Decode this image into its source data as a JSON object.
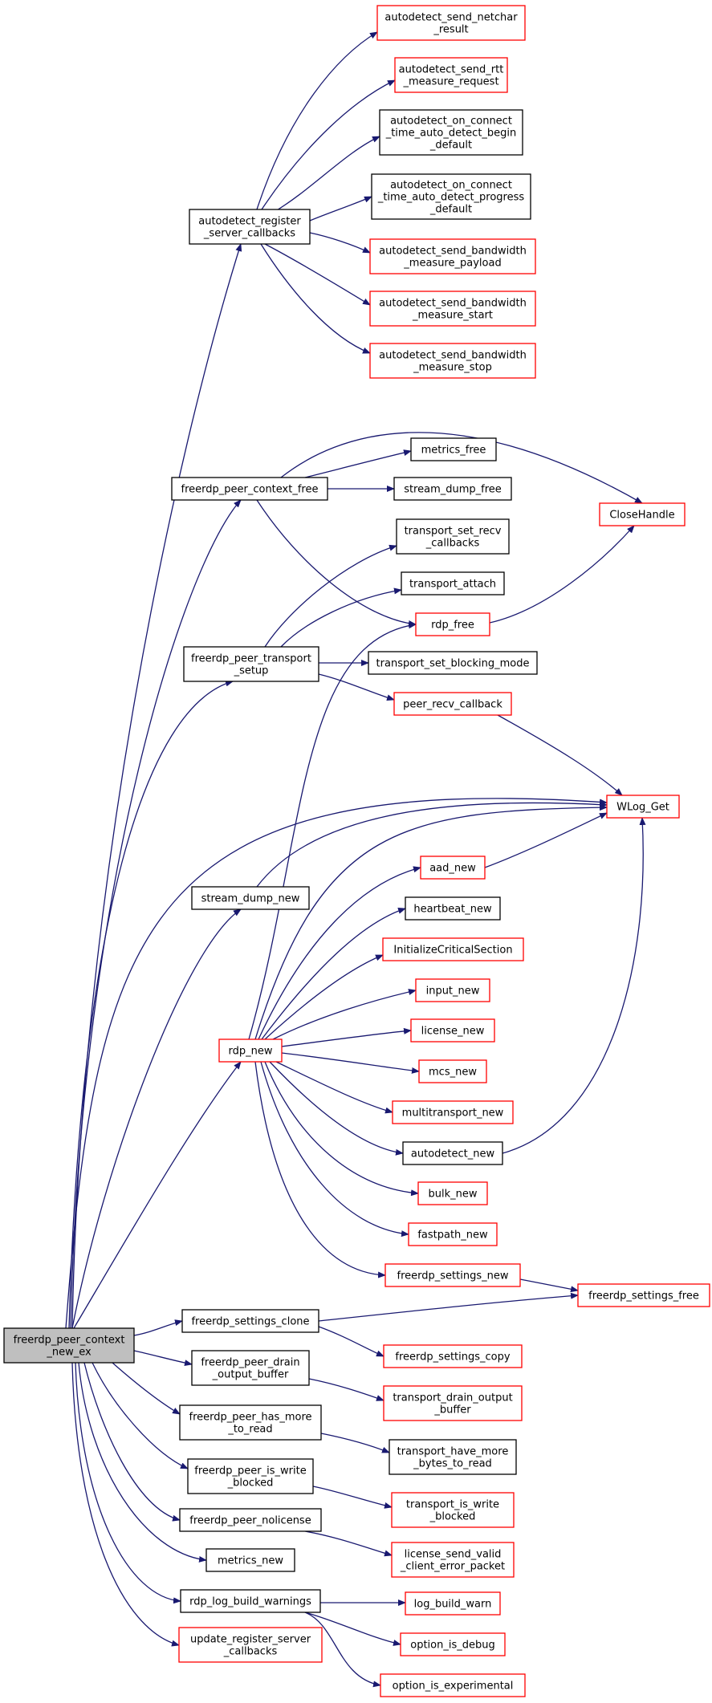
{
  "colors": {
    "edge": "#191970",
    "root_fill": "#bfbfbf",
    "root_border": "#000000",
    "documented_border": "#000000",
    "undocumented_border": "#ff0000",
    "node_fill": "#ffffff"
  },
  "nodes": [
    {
      "id": "root",
      "lines": [
        "freerdp_peer_context",
        "_new_ex"
      ],
      "style": "root"
    },
    {
      "id": "autodetect_register_server_callbacks",
      "lines": [
        "autodetect_register",
        "_server_callbacks"
      ],
      "style": "black"
    },
    {
      "id": "autodetect_send_netchar_result",
      "lines": [
        "autodetect_send_netchar",
        "_result"
      ],
      "style": "red"
    },
    {
      "id": "autodetect_send_rtt_measure_request",
      "lines": [
        "autodetect_send_rtt",
        "_measure_request"
      ],
      "style": "red"
    },
    {
      "id": "autodetect_on_connect_time_auto_detect_begin_default",
      "lines": [
        "autodetect_on_connect",
        "_time_auto_detect_begin",
        "_default"
      ],
      "style": "black"
    },
    {
      "id": "autodetect_on_connect_time_auto_detect_progress_default",
      "lines": [
        "autodetect_on_connect",
        "_time_auto_detect_progress",
        "_default"
      ],
      "style": "black"
    },
    {
      "id": "autodetect_send_bandwidth_measure_payload",
      "lines": [
        "autodetect_send_bandwidth",
        "_measure_payload"
      ],
      "style": "red"
    },
    {
      "id": "autodetect_send_bandwidth_measure_start",
      "lines": [
        "autodetect_send_bandwidth",
        "_measure_start"
      ],
      "style": "red"
    },
    {
      "id": "autodetect_send_bandwidth_measure_stop",
      "lines": [
        "autodetect_send_bandwidth",
        "_measure_stop"
      ],
      "style": "red"
    },
    {
      "id": "freerdp_peer_context_free",
      "lines": [
        "freerdp_peer_context_free"
      ],
      "style": "black"
    },
    {
      "id": "metrics_free",
      "lines": [
        "metrics_free"
      ],
      "style": "black"
    },
    {
      "id": "stream_dump_free",
      "lines": [
        "stream_dump_free"
      ],
      "style": "black"
    },
    {
      "id": "CloseHandle",
      "lines": [
        "CloseHandle"
      ],
      "style": "red"
    },
    {
      "id": "transport_set_recv_callbacks",
      "lines": [
        "transport_set_recv",
        "_callbacks"
      ],
      "style": "black"
    },
    {
      "id": "transport_attach",
      "lines": [
        "transport_attach"
      ],
      "style": "black"
    },
    {
      "id": "rdp_free",
      "lines": [
        "rdp_free"
      ],
      "style": "red"
    },
    {
      "id": "freerdp_peer_transport_setup",
      "lines": [
        "freerdp_peer_transport",
        "_setup"
      ],
      "style": "black"
    },
    {
      "id": "transport_set_blocking_mode",
      "lines": [
        "transport_set_blocking_mode"
      ],
      "style": "black"
    },
    {
      "id": "peer_recv_callback",
      "lines": [
        "peer_recv_callback"
      ],
      "style": "red"
    },
    {
      "id": "WLog_Get",
      "lines": [
        "WLog_Get"
      ],
      "style": "red"
    },
    {
      "id": "aad_new",
      "lines": [
        "aad_new"
      ],
      "style": "red"
    },
    {
      "id": "stream_dump_new",
      "lines": [
        "stream_dump_new"
      ],
      "style": "black"
    },
    {
      "id": "heartbeat_new",
      "lines": [
        "heartbeat_new"
      ],
      "style": "black"
    },
    {
      "id": "InitializeCriticalSection",
      "lines": [
        "InitializeCriticalSection"
      ],
      "style": "red"
    },
    {
      "id": "input_new",
      "lines": [
        "input_new"
      ],
      "style": "red"
    },
    {
      "id": "license_new",
      "lines": [
        "license_new"
      ],
      "style": "red"
    },
    {
      "id": "rdp_new",
      "lines": [
        "rdp_new"
      ],
      "style": "red"
    },
    {
      "id": "mcs_new",
      "lines": [
        "mcs_new"
      ],
      "style": "red"
    },
    {
      "id": "multitransport_new",
      "lines": [
        "multitransport_new"
      ],
      "style": "red"
    },
    {
      "id": "autodetect_new",
      "lines": [
        "autodetect_new"
      ],
      "style": "black"
    },
    {
      "id": "bulk_new",
      "lines": [
        "bulk_new"
      ],
      "style": "red"
    },
    {
      "id": "fastpath_new",
      "lines": [
        "fastpath_new"
      ],
      "style": "red"
    },
    {
      "id": "freerdp_settings_new",
      "lines": [
        "freerdp_settings_new"
      ],
      "style": "red"
    },
    {
      "id": "freerdp_settings_free",
      "lines": [
        "freerdp_settings_free"
      ],
      "style": "red"
    },
    {
      "id": "freerdp_settings_clone",
      "lines": [
        "freerdp_settings_clone"
      ],
      "style": "black"
    },
    {
      "id": "freerdp_settings_copy",
      "lines": [
        "freerdp_settings_copy"
      ],
      "style": "red"
    },
    {
      "id": "freerdp_peer_drain_output_buffer",
      "lines": [
        "freerdp_peer_drain",
        "_output_buffer"
      ],
      "style": "black"
    },
    {
      "id": "transport_drain_output_buffer",
      "lines": [
        "transport_drain_output",
        "_buffer"
      ],
      "style": "red"
    },
    {
      "id": "freerdp_peer_has_more_to_read",
      "lines": [
        "freerdp_peer_has_more",
        "_to_read"
      ],
      "style": "black"
    },
    {
      "id": "transport_have_more_bytes_to_read",
      "lines": [
        "transport_have_more",
        "_bytes_to_read"
      ],
      "style": "black"
    },
    {
      "id": "freerdp_peer_is_write_blocked",
      "lines": [
        "freerdp_peer_is_write",
        "_blocked"
      ],
      "style": "black"
    },
    {
      "id": "transport_is_write_blocked",
      "lines": [
        "transport_is_write",
        "_blocked"
      ],
      "style": "red"
    },
    {
      "id": "freerdp_peer_nolicense",
      "lines": [
        "freerdp_peer_nolicense"
      ],
      "style": "black"
    },
    {
      "id": "license_send_valid_client_error_packet",
      "lines": [
        "license_send_valid",
        "_client_error_packet"
      ],
      "style": "red"
    },
    {
      "id": "metrics_new",
      "lines": [
        "metrics_new"
      ],
      "style": "black"
    },
    {
      "id": "rdp_log_build_warnings",
      "lines": [
        "rdp_log_build_warnings"
      ],
      "style": "black"
    },
    {
      "id": "log_build_warn",
      "lines": [
        "log_build_warn"
      ],
      "style": "red"
    },
    {
      "id": "option_is_debug",
      "lines": [
        "option_is_debug"
      ],
      "style": "red"
    },
    {
      "id": "update_register_server_callbacks",
      "lines": [
        "update_register_server",
        "_callbacks"
      ],
      "style": "red"
    },
    {
      "id": "option_is_experimental",
      "lines": [
        "option_is_experimental"
      ],
      "style": "red"
    }
  ],
  "edges": [
    [
      "root",
      "autodetect_register_server_callbacks"
    ],
    [
      "autodetect_register_server_callbacks",
      "autodetect_send_netchar_result"
    ],
    [
      "autodetect_register_server_callbacks",
      "autodetect_send_rtt_measure_request"
    ],
    [
      "autodetect_register_server_callbacks",
      "autodetect_on_connect_time_auto_detect_begin_default"
    ],
    [
      "autodetect_register_server_callbacks",
      "autodetect_on_connect_time_auto_detect_progress_default"
    ],
    [
      "autodetect_register_server_callbacks",
      "autodetect_send_bandwidth_measure_payload"
    ],
    [
      "autodetect_register_server_callbacks",
      "autodetect_send_bandwidth_measure_start"
    ],
    [
      "autodetect_register_server_callbacks",
      "autodetect_send_bandwidth_measure_stop"
    ],
    [
      "root",
      "freerdp_peer_context_free"
    ],
    [
      "freerdp_peer_context_free",
      "CloseHandle"
    ],
    [
      "freerdp_peer_context_free",
      "metrics_free"
    ],
    [
      "freerdp_peer_context_free",
      "stream_dump_free"
    ],
    [
      "freerdp_peer_context_free",
      "rdp_free"
    ],
    [
      "rdp_free",
      "CloseHandle"
    ],
    [
      "root",
      "freerdp_peer_transport_setup"
    ],
    [
      "freerdp_peer_transport_setup",
      "transport_set_recv_callbacks"
    ],
    [
      "freerdp_peer_transport_setup",
      "transport_attach"
    ],
    [
      "freerdp_peer_transport_setup",
      "transport_set_blocking_mode"
    ],
    [
      "freerdp_peer_transport_setup",
      "peer_recv_callback"
    ],
    [
      "peer_recv_callback",
      "WLog_Get"
    ],
    [
      "root",
      "WLog_Get"
    ],
    [
      "root",
      "stream_dump_new"
    ],
    [
      "stream_dump_new",
      "WLog_Get"
    ],
    [
      "root",
      "rdp_new"
    ],
    [
      "rdp_new",
      "rdp_free"
    ],
    [
      "rdp_new",
      "WLog_Get"
    ],
    [
      "rdp_new",
      "aad_new"
    ],
    [
      "aad_new",
      "WLog_Get"
    ],
    [
      "rdp_new",
      "heartbeat_new"
    ],
    [
      "rdp_new",
      "InitializeCriticalSection"
    ],
    [
      "rdp_new",
      "input_new"
    ],
    [
      "rdp_new",
      "license_new"
    ],
    [
      "rdp_new",
      "mcs_new"
    ],
    [
      "rdp_new",
      "multitransport_new"
    ],
    [
      "rdp_new",
      "autodetect_new"
    ],
    [
      "autodetect_new",
      "WLog_Get"
    ],
    [
      "rdp_new",
      "bulk_new"
    ],
    [
      "rdp_new",
      "fastpath_new"
    ],
    [
      "rdp_new",
      "freerdp_settings_new"
    ],
    [
      "freerdp_settings_new",
      "freerdp_settings_free"
    ],
    [
      "root",
      "freerdp_settings_clone"
    ],
    [
      "freerdp_settings_clone",
      "freerdp_settings_free"
    ],
    [
      "freerdp_settings_clone",
      "freerdp_settings_copy"
    ],
    [
      "root",
      "freerdp_peer_drain_output_buffer"
    ],
    [
      "freerdp_peer_drain_output_buffer",
      "transport_drain_output_buffer"
    ],
    [
      "root",
      "freerdp_peer_has_more_to_read"
    ],
    [
      "freerdp_peer_has_more_to_read",
      "transport_have_more_bytes_to_read"
    ],
    [
      "root",
      "freerdp_peer_is_write_blocked"
    ],
    [
      "freerdp_peer_is_write_blocked",
      "transport_is_write_blocked"
    ],
    [
      "root",
      "freerdp_peer_nolicense"
    ],
    [
      "freerdp_peer_nolicense",
      "license_send_valid_client_error_packet"
    ],
    [
      "root",
      "metrics_new"
    ],
    [
      "root",
      "rdp_log_build_warnings"
    ],
    [
      "rdp_log_build_warnings",
      "log_build_warn"
    ],
    [
      "rdp_log_build_warnings",
      "option_is_debug"
    ],
    [
      "rdp_log_build_warnings",
      "option_is_experimental"
    ],
    [
      "root",
      "update_register_server_callbacks"
    ]
  ]
}
